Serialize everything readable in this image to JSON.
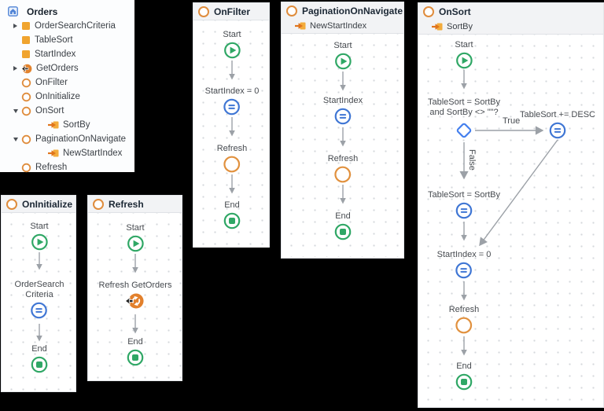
{
  "colors": {
    "background": "#000000",
    "panel": "#FFFFFF",
    "header_bg": "#F2F3F5",
    "green": "#2FA765",
    "assign_blue": "#3F76D4",
    "diamond_blue": "#4580EE",
    "orange": "#DF8C3C",
    "amber": "#F0A42F",
    "connector_gray": "#9CA1A7"
  },
  "tree": {
    "title": "Orders",
    "title_icon": "screen-icon",
    "items": [
      {
        "label": "OrderSearchCriteria",
        "icon": "variable-icon",
        "expander": "collapsed",
        "depth": 1
      },
      {
        "label": "TableSort",
        "icon": "variable-icon",
        "expander": "none",
        "depth": 1
      },
      {
        "label": "StartIndex",
        "icon": "variable-icon",
        "expander": "none",
        "depth": 1
      },
      {
        "label": "GetOrders",
        "icon": "aggregate-icon",
        "expander": "collapsed",
        "depth": 1
      },
      {
        "label": "OnFilter",
        "icon": "event-icon",
        "expander": "none",
        "depth": 1
      },
      {
        "label": "OnInitialize",
        "icon": "event-icon",
        "expander": "none",
        "depth": 1
      },
      {
        "label": "OnSort",
        "icon": "event-icon",
        "expander": "expanded",
        "depth": 1
      },
      {
        "label": "SortBy",
        "icon": "input-param-icon",
        "expander": "none",
        "depth": 2
      },
      {
        "label": "PaginationOnNavigate",
        "icon": "event-icon",
        "expander": "expanded",
        "depth": 1
      },
      {
        "label": "NewStartIndex",
        "icon": "input-param-icon",
        "expander": "none",
        "depth": 2
      },
      {
        "label": "Refresh",
        "icon": "event-icon",
        "expander": "none",
        "depth": 1
      }
    ]
  },
  "flows": {
    "onfilter": {
      "title": "OnFilter",
      "nodes": {
        "start": "Start",
        "assign1": "StartIndex = 0",
        "refresh": "Refresh",
        "end": "End"
      }
    },
    "pagination": {
      "title": "PaginationOnNavigate",
      "param": "NewStartIndex",
      "nodes": {
        "start": "Start",
        "assign1": "StartIndex",
        "refresh": "Refresh",
        "end": "End"
      }
    },
    "onsort": {
      "title": "OnSort",
      "param": "SortBy",
      "nodes": {
        "start": "Start",
        "if_line1": "TableSort = SortBy",
        "if_line2": "and SortBy <> \"\"?",
        "true_label": "True",
        "false_label": "False",
        "assign_desc": "TableSort += DESC",
        "assign_tablesort": "TableSort = SortBy",
        "assign_startindex": "StartIndex = 0",
        "refresh": "Refresh",
        "end": "End"
      }
    },
    "oninitialize": {
      "title": "OnInitialize",
      "nodes": {
        "start": "Start",
        "assign_line1": "OrderSearch",
        "assign_line2": "Criteria",
        "end": "End"
      }
    },
    "refresh": {
      "title": "Refresh",
      "nodes": {
        "start": "Start",
        "refresh_data": "Refresh GetOrders",
        "end": "End"
      }
    }
  }
}
